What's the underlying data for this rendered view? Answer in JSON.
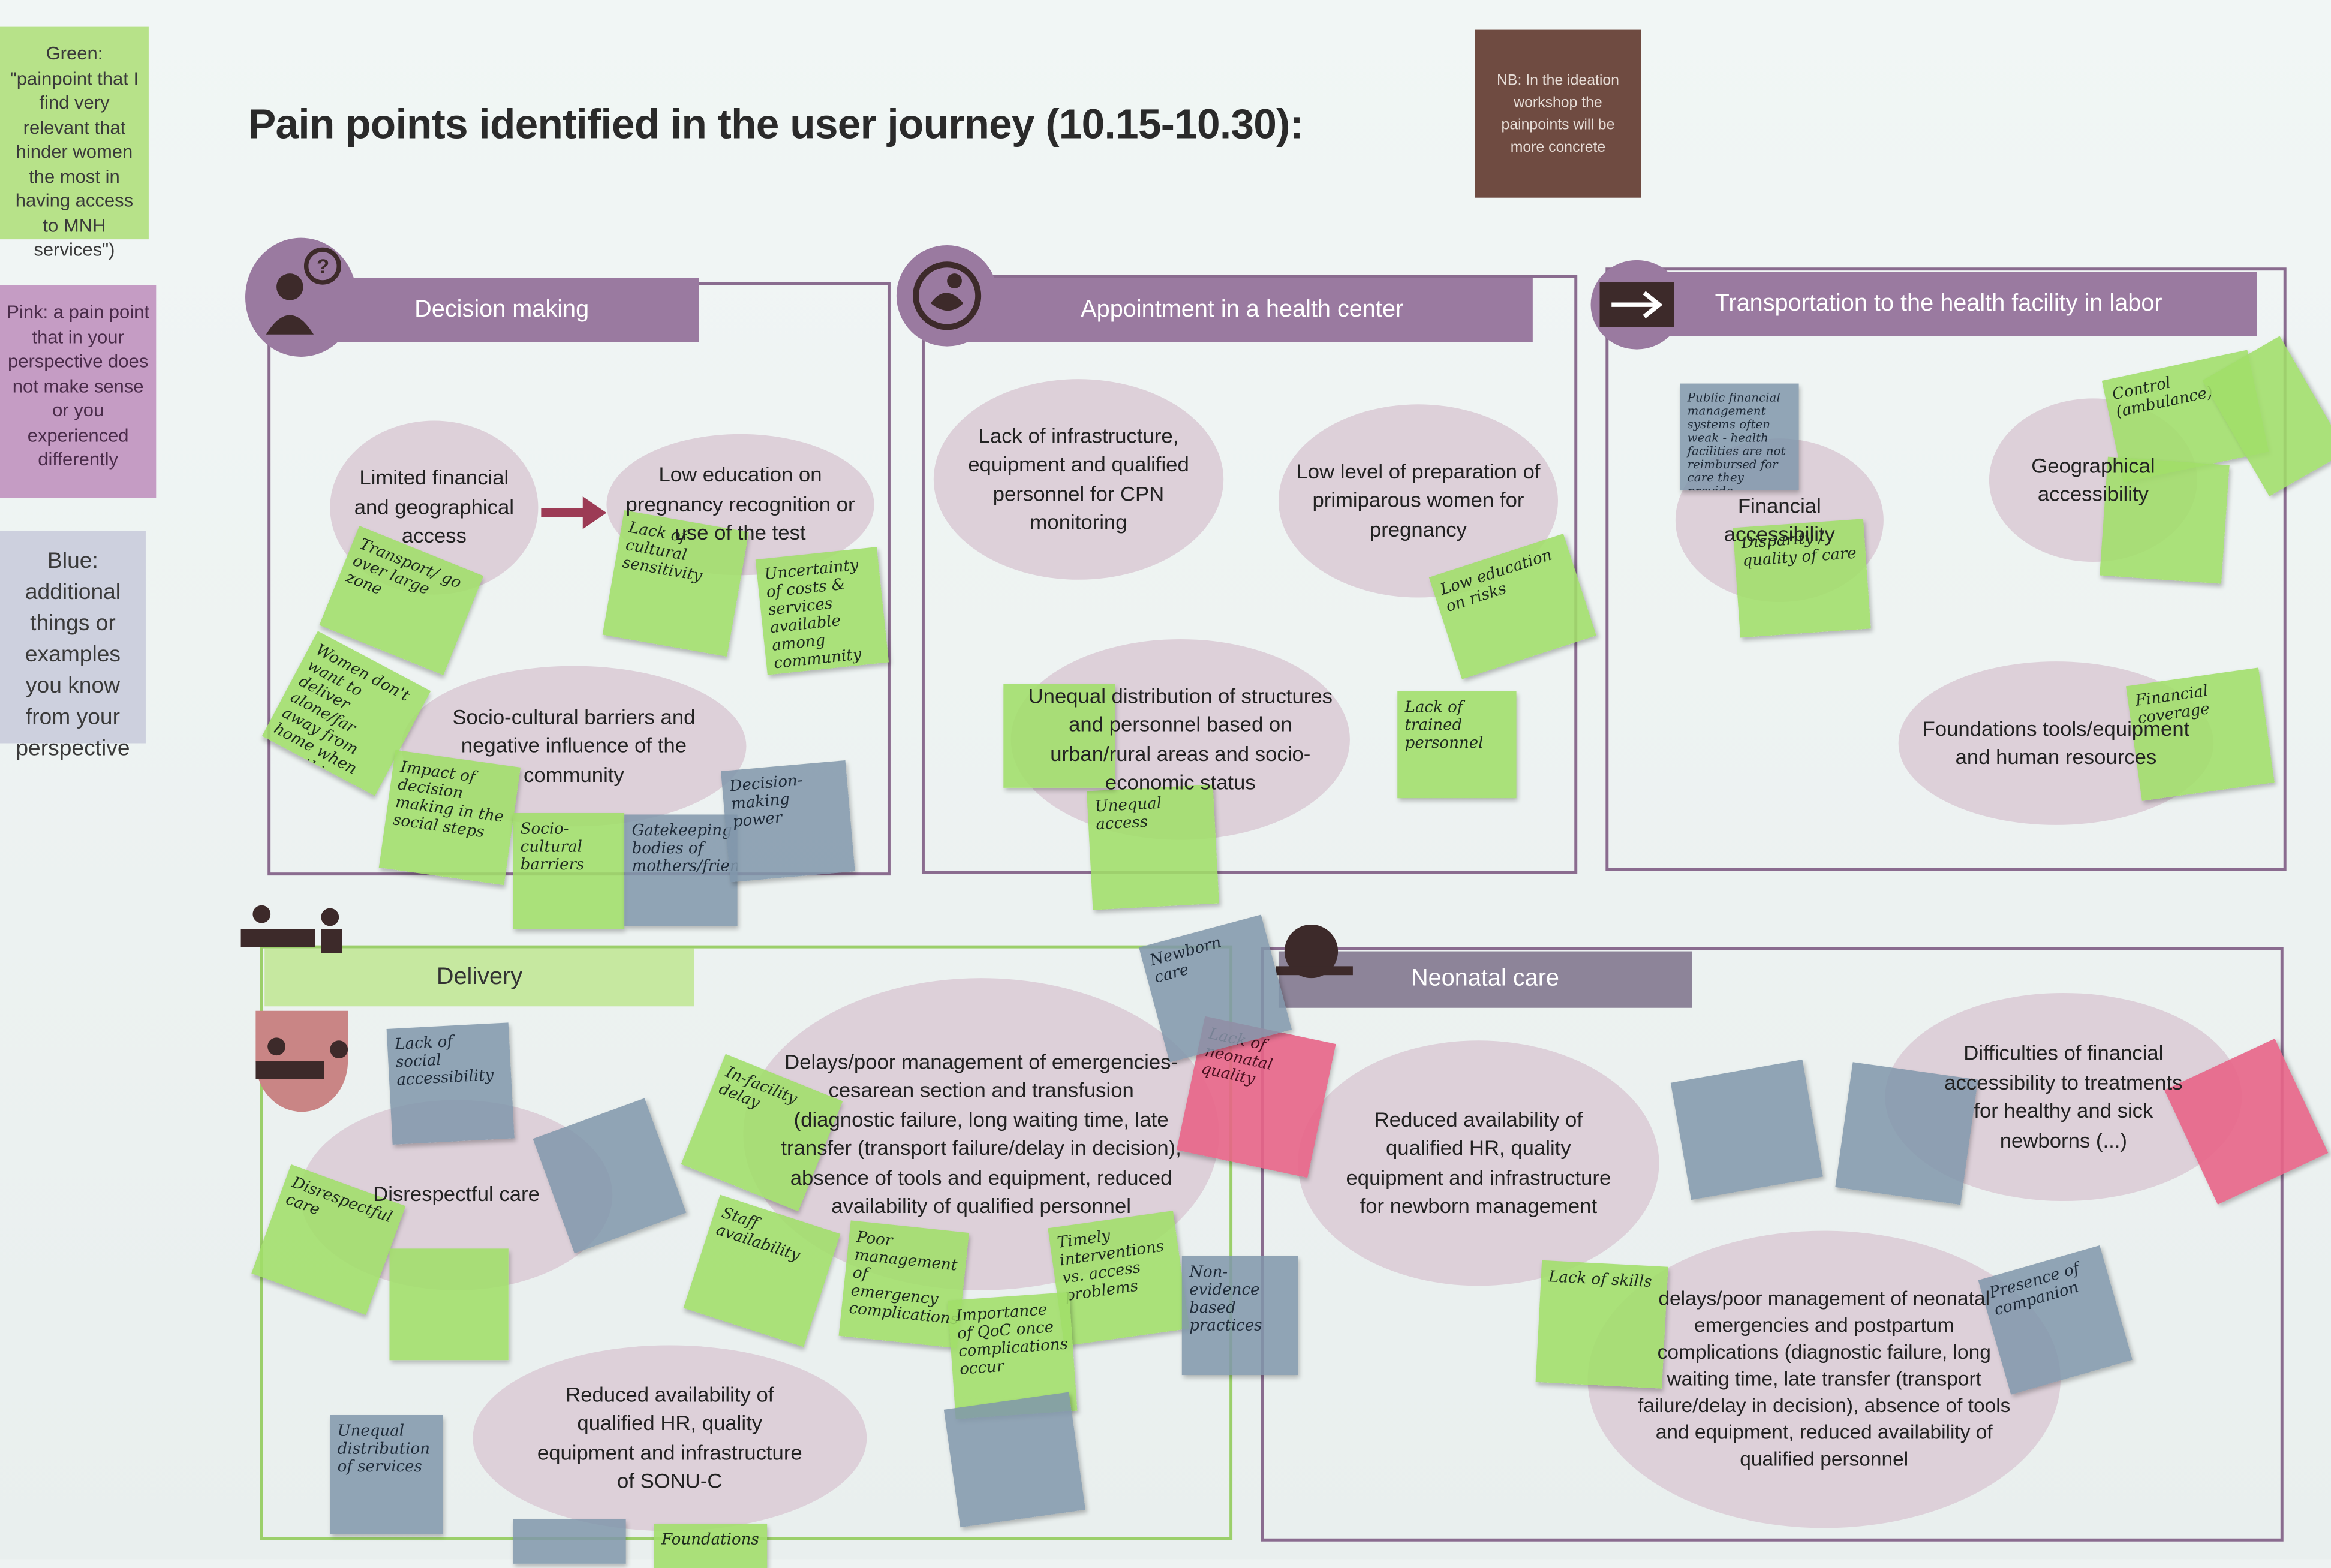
{
  "legend": {
    "green": "Green: \"painpoint that I find very relevant that hinder women the most in having access to MNH services\")",
    "pink": "Pink: a pain point that in your perspective does not make sense or you experienced differently",
    "lavender": "Blue: additional things or examples you know from your perspective"
  },
  "title": "Pain points identified in the user journey (10.15-10.30):",
  "nb_note": "NB: In the ideation workshop the painpoints will be more concrete",
  "colors": {
    "purple": "#9a7aa0",
    "green_header": "#c6e8a0",
    "ellipse": "#ddd0d9",
    "green_note": "#a0de69",
    "blue_note": "#8096aa",
    "pink_note": "#e86487",
    "nb_note": "#6f4b41"
  },
  "sections": {
    "decision": {
      "title": "Decision making",
      "pain_points": [
        "Limited financial and geographical access",
        "Low education on pregnancy recognition or use of the test",
        "Socio-cultural barriers and negative influence of the community"
      ]
    },
    "appointment": {
      "title": "Appointment in a health center",
      "pain_points": [
        "Lack of infrastructure, equipment and qualified personnel for CPN monitoring",
        "Low level of preparation of primiparous women for pregnancy",
        "Unequal distribution of structures and personnel based on urban/rural areas and socio-economic status"
      ]
    },
    "transport": {
      "title": "Transportation to the health facility in labor",
      "pain_points": [
        "Financial accessibility",
        "Geographical accessibility",
        "Foundations tools/equipment and human resources"
      ]
    },
    "delivery": {
      "title": "Delivery",
      "pain_points": [
        "Delays/poor management of emergencies-cesarean section and transfusion (diagnostic failure, long waiting time, late transfer (transport failure/delay in decision), absence of tools and equipment, reduced availability of qualified personnel",
        "Disrespectful care",
        "Reduced availability of qualified HR, quality equipment and infrastructure of SONU-C"
      ]
    },
    "neonatal": {
      "title": "Neonatal care",
      "pain_points": [
        "Reduced availability of qualified HR, quality equipment and infrastructure for newborn management",
        "Difficulties of financial accessibility to treatments for healthy and sick newborns (...)",
        "delays/poor management of neonatal emergencies and postpartum complications (diagnostic failure, long waiting time, late transfer (transport failure/delay in decision), absence of tools and equipment, reduced availability of qualified personnel"
      ]
    }
  },
  "sticky_notes": [
    "Transport/ go over large zone",
    "Women don't want to deliver alone/far away from home when something goes wrong",
    "Lack of cultural sensitivity",
    "Uncertainty of costs & services available among community",
    "Impact of decision making in the social steps",
    "Socio-cultural barriers",
    "Gatekeeping bodies of mothers/friends",
    "Decision-making power",
    "Low education on risks",
    "Lack of trained personnel",
    "Unequal access",
    "Public financial management systems often weak - health facilities are not reimbursed for care they provide",
    "Disparity / quality of care",
    "Control (ambulance)",
    "Financial coverage",
    "Lack of social accessibility",
    "Disrespectful care",
    "In-facility delay",
    "Staff availability",
    "Poor management of emergency complications",
    "Timely interventions vs. access problems",
    "Importance of QoC once complications occur",
    "Non-evidence based practices",
    "Unequal distribution of services",
    "Foundations",
    "Lack of neonatal quality",
    "Newborn care",
    "Lack of skills",
    "Presence of companion"
  ]
}
